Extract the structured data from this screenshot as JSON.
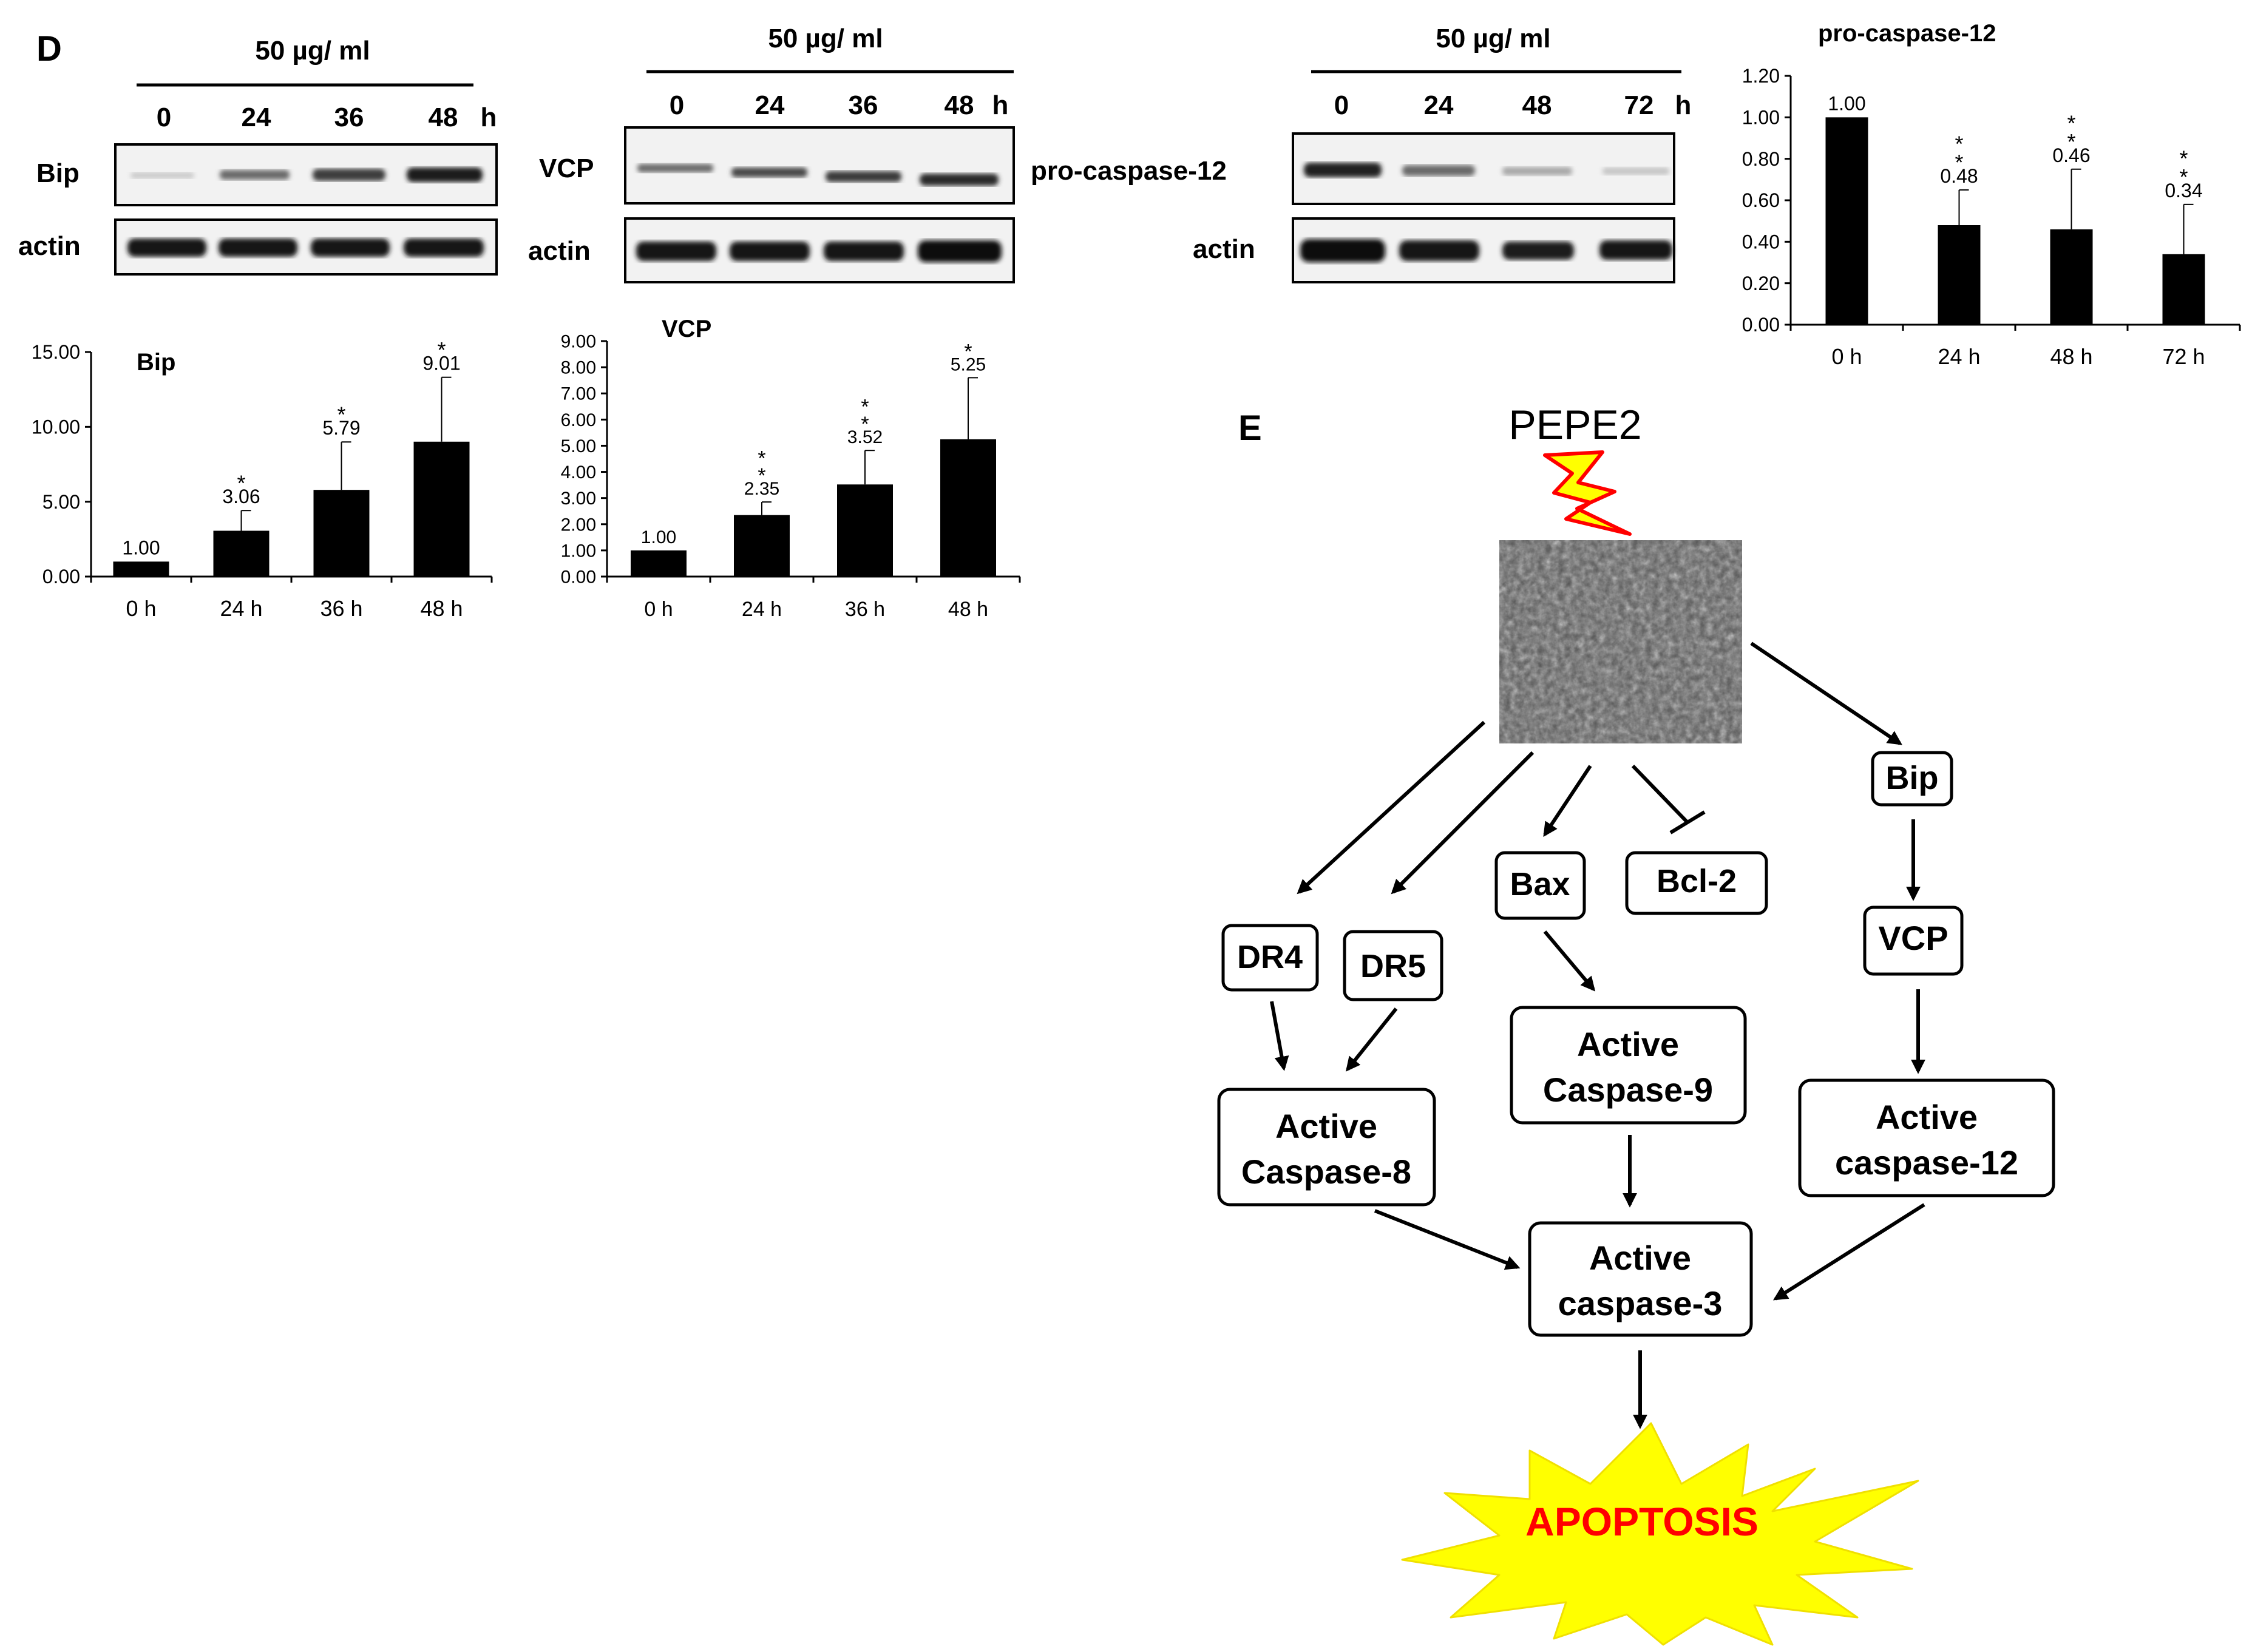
{
  "figure": {
    "panel_d": "D",
    "panel_e": "E",
    "blot_headers": [
      {
        "concentration": "50 µg/ ml",
        "lanes": [
          "0",
          "24",
          "36",
          "48"
        ],
        "unit": "h"
      },
      {
        "concentration": "50 µg/ ml",
        "lanes": [
          "0",
          "24",
          "36",
          "48"
        ],
        "unit": "h"
      },
      {
        "concentration": "50 µg/ ml",
        "lanes": [
          "0",
          "24",
          "48",
          "72"
        ],
        "unit": "h"
      }
    ],
    "blot_labels": {
      "bip": "Bip",
      "vcp": "VCP",
      "procasp": "pro-caspase-12",
      "actin": "actin"
    }
  },
  "chart_data": [
    {
      "type": "bar",
      "title": "Bip",
      "categories": [
        "0 h",
        "24 h",
        "36 h",
        "48 h"
      ],
      "values": [
        1.0,
        3.06,
        5.79,
        9.01
      ],
      "errors": [
        0,
        1.35,
        3.2,
        4.3
      ],
      "labels": [
        "1.00",
        "3.06",
        "5.79",
        "9.01"
      ],
      "significance": [
        "",
        "*",
        "*",
        "*"
      ],
      "ylim": [
        0,
        15
      ],
      "yticks": [
        "0.00",
        "5.00",
        "10.00",
        "15.00"
      ],
      "xlabel": "",
      "ylabel": ""
    },
    {
      "type": "bar",
      "title": "VCP",
      "categories": [
        "0 h",
        "24 h",
        "36 h",
        "48 h"
      ],
      "values": [
        1.0,
        2.35,
        3.52,
        5.25
      ],
      "errors": [
        0,
        0.5,
        1.3,
        2.35
      ],
      "labels": [
        "1.00",
        "2.35",
        "3.52",
        "5.25"
      ],
      "significance": [
        "",
        "**",
        "**",
        "*"
      ],
      "ylim": [
        0,
        9
      ],
      "yticks": [
        "0.00",
        "1.00",
        "2.00",
        "3.00",
        "4.00",
        "5.00",
        "6.00",
        "7.00",
        "8.00",
        "9.00"
      ],
      "xlabel": "",
      "ylabel": ""
    },
    {
      "type": "bar",
      "title": "pro-caspase-12",
      "categories": [
        "0 h",
        "24 h",
        "48 h",
        "72 h"
      ],
      "values": [
        1.0,
        0.48,
        0.46,
        0.34
      ],
      "errors": [
        0,
        0.17,
        0.29,
        0.24
      ],
      "labels": [
        "1.00",
        "0.48",
        "0.46",
        "0.34"
      ],
      "significance": [
        "",
        "**",
        "**",
        "**"
      ],
      "ylim": [
        0,
        1.2
      ],
      "yticks": [
        "0.00",
        "0.20",
        "0.40",
        "0.60",
        "0.80",
        "1.00",
        "1.20"
      ],
      "xlabel": "",
      "ylabel": ""
    }
  ],
  "diagram": {
    "top_label": "PEPE2",
    "nodes": {
      "bip": "Bip",
      "bax": "Bax",
      "bcl2": "Bcl-2",
      "dr4": "DR4",
      "dr5": "DR5",
      "vcp": "VCP",
      "casp9_1": "Active",
      "casp9_2": "Caspase-9",
      "casp8_1": "Active",
      "casp8_2": "Caspase-8",
      "casp12_1": "Active",
      "casp12_2": "caspase-12",
      "casp3_1": "Active",
      "casp3_2": "caspase-3"
    },
    "apoptosis": "APOPTOSIS",
    "colors": {
      "apoptosis_fill": "#ffff00",
      "apoptosis_text": "#ff0000",
      "bolt_fill": "#ffff00",
      "bolt_stroke": "#ff0000"
    }
  }
}
